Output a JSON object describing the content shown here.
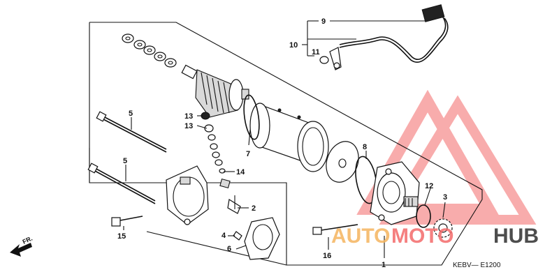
{
  "diagram": {
    "callouts": [
      {
        "id": "c1",
        "label": "1"
      },
      {
        "id": "c2",
        "label": "2"
      },
      {
        "id": "c3",
        "label": "3"
      },
      {
        "id": "c4",
        "label": "4"
      },
      {
        "id": "c5a",
        "label": "5"
      },
      {
        "id": "c5b",
        "label": "5"
      },
      {
        "id": "c6",
        "label": "6"
      },
      {
        "id": "c7",
        "label": "7"
      },
      {
        "id": "c8",
        "label": "8"
      },
      {
        "id": "c9",
        "label": "9"
      },
      {
        "id": "c10",
        "label": "10"
      },
      {
        "id": "c11",
        "label": "11"
      },
      {
        "id": "c12",
        "label": "12"
      },
      {
        "id": "c13a",
        "label": "13"
      },
      {
        "id": "c13b",
        "label": "13"
      },
      {
        "id": "c14",
        "label": "14"
      },
      {
        "id": "c15",
        "label": "15"
      },
      {
        "id": "c16",
        "label": "16"
      }
    ],
    "front_indicator": "FR.",
    "diagram_code": "KEBV— E1200"
  },
  "watermark": {
    "part1": "AUTO",
    "part2": "MOTO",
    "part3": "HUB",
    "colors": {
      "auto": "#f5b45e",
      "moto": "#f36a6a",
      "hub": "#3a3a3a"
    }
  }
}
